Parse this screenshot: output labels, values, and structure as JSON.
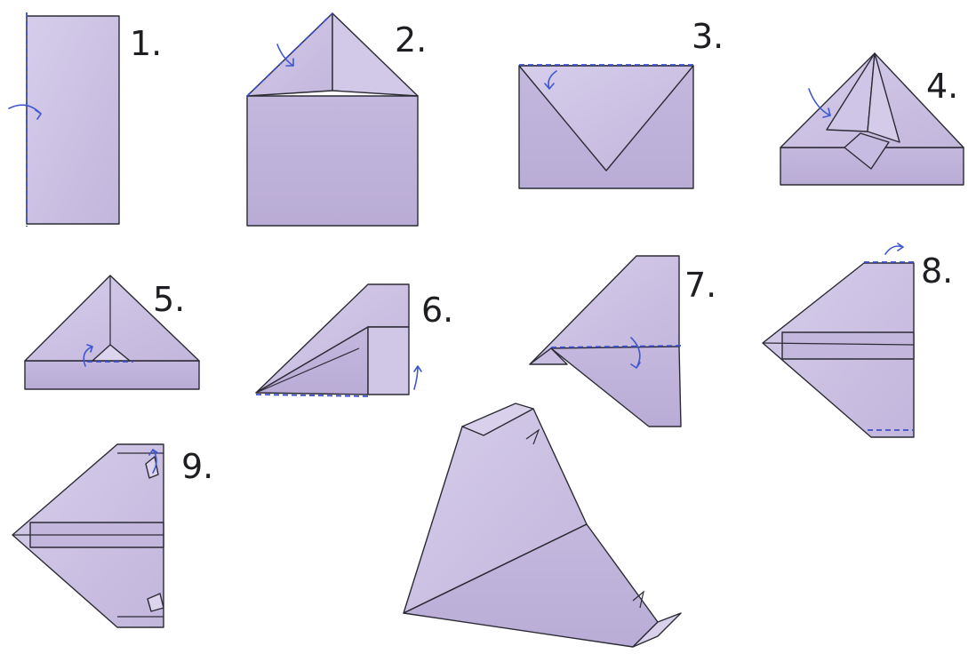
{
  "colors": {
    "paper": "#cdc3e3",
    "paper_shade": "#bfb3db",
    "outline": "#2b2b35",
    "fold_guide": "#3d4fc7",
    "background": "#ffffff"
  },
  "steps": [
    {
      "label": "1."
    },
    {
      "label": "2."
    },
    {
      "label": "3."
    },
    {
      "label": "4."
    },
    {
      "label": "5."
    },
    {
      "label": "6."
    },
    {
      "label": "7."
    },
    {
      "label": "8."
    },
    {
      "label": "9."
    }
  ]
}
